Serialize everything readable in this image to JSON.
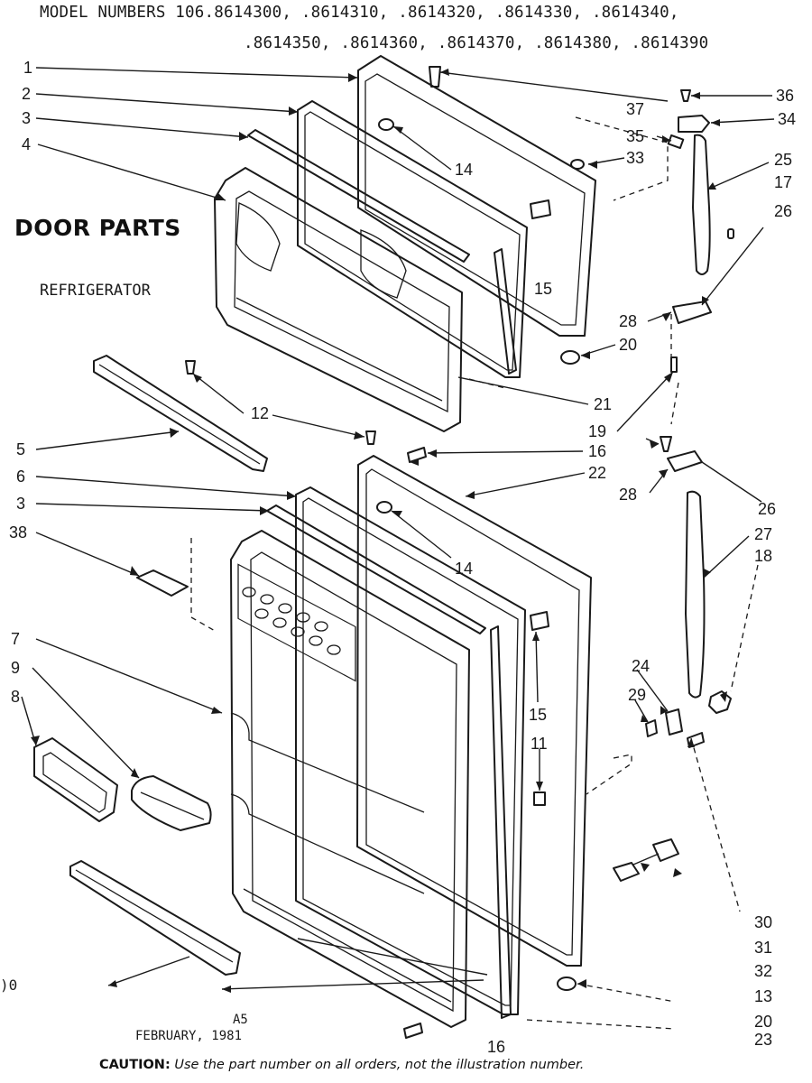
{
  "header": {
    "model_line_1": "MODEL NUMBERS 106.8614300, .8614310, .8614320, .8614330, .8614340,",
    "model_line_2": ".8614350, .8614360, .8614370, .8614380, .8614390"
  },
  "title": "DOOR PARTS",
  "subtitle": "REFRIGERATOR",
  "callouts": {
    "c1": "1",
    "c2": "2",
    "c3a": "3",
    "c4": "4",
    "c5": "5",
    "c6": "6",
    "c3b": "3",
    "c38": "38",
    "c7": "7",
    "c9": "9",
    "c8": "8",
    "c37": "37",
    "c36": "36",
    "c35": "35",
    "c34": "34",
    "c33": "33",
    "c25": "25",
    "c17": "17",
    "c26a": "26",
    "c14a": "14",
    "c15a": "15",
    "c28a": "28",
    "c20a": "20",
    "c21": "21",
    "c12": "12",
    "c19": "19",
    "c16a": "16",
    "c22": "22",
    "c28b": "28",
    "c26b": "26",
    "c27": "27",
    "c18": "18",
    "c14b": "14",
    "c15b": "15",
    "c11": "11",
    "c24": "24",
    "c29": "29",
    "c30": "30",
    "c31": "31",
    "c32": "32",
    "c13": "13",
    "c20b": "20",
    "c23": "23",
    "c16b": "16"
  },
  "edge_mark": ")0",
  "footer": {
    "code": "A5",
    "date": "FEBRUARY, 1981",
    "caution_label": "CAUTION:",
    "caution_text": " Use the part number on all orders, not the illustration number."
  }
}
